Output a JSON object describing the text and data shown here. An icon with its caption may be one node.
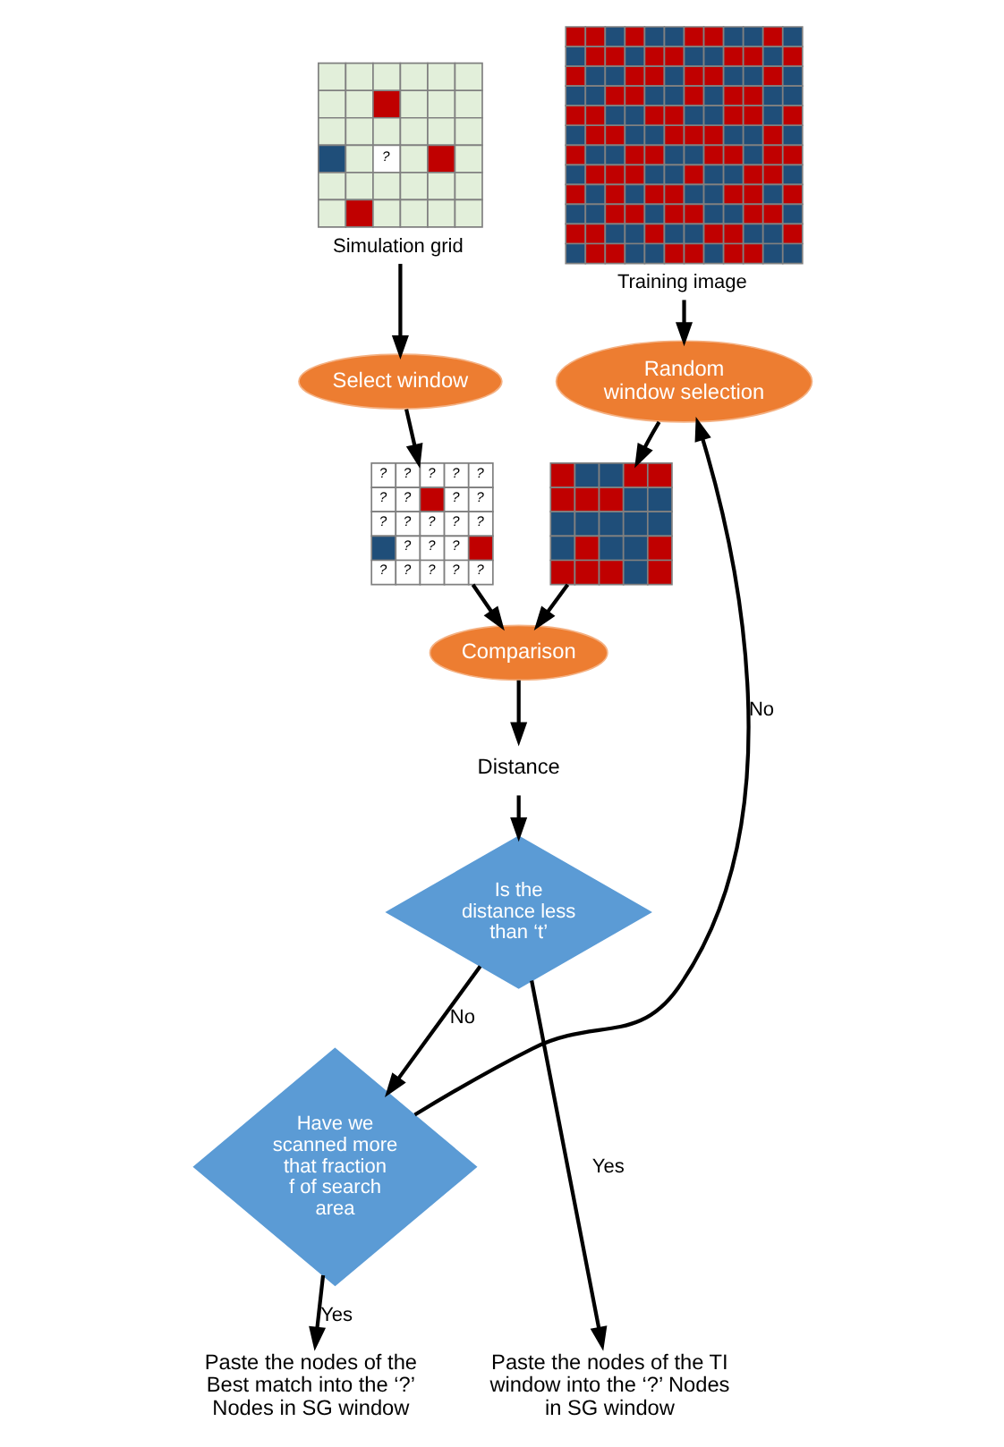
{
  "diagram": {
    "nodes": [
      {
        "text": [
          "?"
        ],
        "beside": [
          "Simulation grid"
        ]
      },
      {
        "text": [],
        "shape": "grid",
        "beside": [
          "Training image"
        ]
      },
      {
        "text": [
          "Select window"
        ]
      },
      {
        "text": [
          "Random window selection"
        ]
      },
      {
        "text": [
          "?",
          "?",
          "?",
          "?",
          "?",
          "?",
          "?",
          "?",
          "?",
          "?",
          "?",
          "?",
          "?",
          "?",
          "?",
          "?",
          "?",
          "?",
          "?",
          "?",
          "?",
          "?"
        ]
      },
      {
        "text": [],
        "shape": "grid"
      },
      {
        "text": [
          "Comparison"
        ]
      },
      {
        "text": [
          "Distance"
        ]
      },
      {
        "text": [
          "Is the distance less than ‘t’"
        ]
      },
      {
        "text": [
          "Have we scanned more that fraction f of search area"
        ]
      },
      {
        "text": [
          "Paste the nodes of the TI window into the ‘?’ Nodes in SG window"
        ]
      },
      {
        "text": [
          "Paste the nodes of the Best match into the ‘?’ Nodes in SG window"
        ]
      }
    ],
    "edges": [
      {
        "from": 0,
        "to": 2,
        "arrow": "to"
      },
      {
        "from": 1,
        "to": 3,
        "arrow": "to"
      },
      {
        "from": 2,
        "to": 4,
        "arrow": "to"
      },
      {
        "from": 3,
        "to": 5,
        "arrow": "to"
      },
      {
        "from": 4,
        "to": 6,
        "arrow": "to"
      },
      {
        "from": 5,
        "to": 6,
        "arrow": "to"
      },
      {
        "from": 6,
        "to": 7,
        "arrow": "to"
      },
      {
        "from": 7,
        "to": 8,
        "arrow": "to"
      },
      {
        "from": 8,
        "to": 10,
        "arrow": "to",
        "label": "Yes"
      },
      {
        "from": 8,
        "to": 9,
        "arrow": "to",
        "label": "No"
      },
      {
        "from": 9,
        "to": 3,
        "arrow": "to",
        "label": "No"
      },
      {
        "from": 9,
        "to": 11,
        "arrow": "to",
        "label": "Yes"
      }
    ]
  }
}
